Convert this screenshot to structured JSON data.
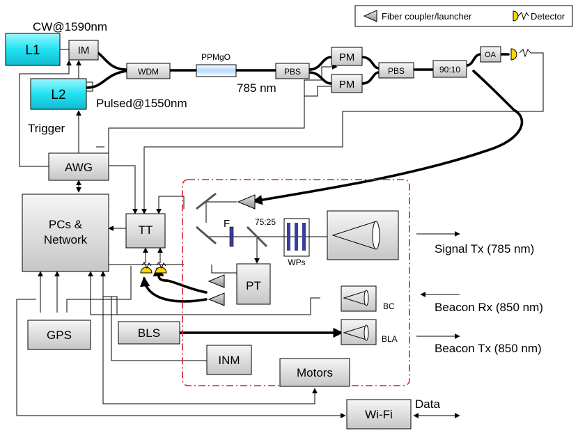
{
  "legend": {
    "coupler_label": "Fiber coupler/launcher",
    "detector_label": "Detector"
  },
  "sources": {
    "l1": "L1",
    "l2": "L2",
    "cw": "CW@1590nm",
    "pulsed": "Pulsed@1550nm",
    "trigger": "Trigger"
  },
  "components": {
    "im": "IM",
    "wdm": "WDM",
    "ppmgo": "PPMgO",
    "pbs1": "PBS",
    "pbs2": "PBS",
    "pm1": "PM",
    "pm2": "PM",
    "splitter": "90:10",
    "oa": "OA",
    "awg": "AWG",
    "pcs": "PCs &\nNetwork",
    "tt": "TT",
    "pt": "PT",
    "f": "F",
    "bs": "75:25",
    "wps": "WPs",
    "bc": "BC",
    "bla": "BLA",
    "gps": "GPS",
    "bls": "BLS",
    "inm": "INM",
    "motors": "Motors",
    "wifi": "Wi-Fi"
  },
  "labels": {
    "wavelength": "785 nm",
    "signal_tx": "Signal Tx (785 nm)",
    "beacon_rx": "Beacon Rx (850 nm)",
    "beacon_tx": "Beacon Tx (850 nm)",
    "data": "Data"
  },
  "colors": {
    "laser": "#1fe3f2",
    "detector": "#ffd400",
    "dashed_frame": "#d9202a",
    "box_light": "#f4f4f4",
    "box_dark": "#c8c8c8",
    "wp_plate": "#3a3f9a"
  },
  "icons": [
    "fiber-coupler-icon",
    "detector-icon"
  ]
}
